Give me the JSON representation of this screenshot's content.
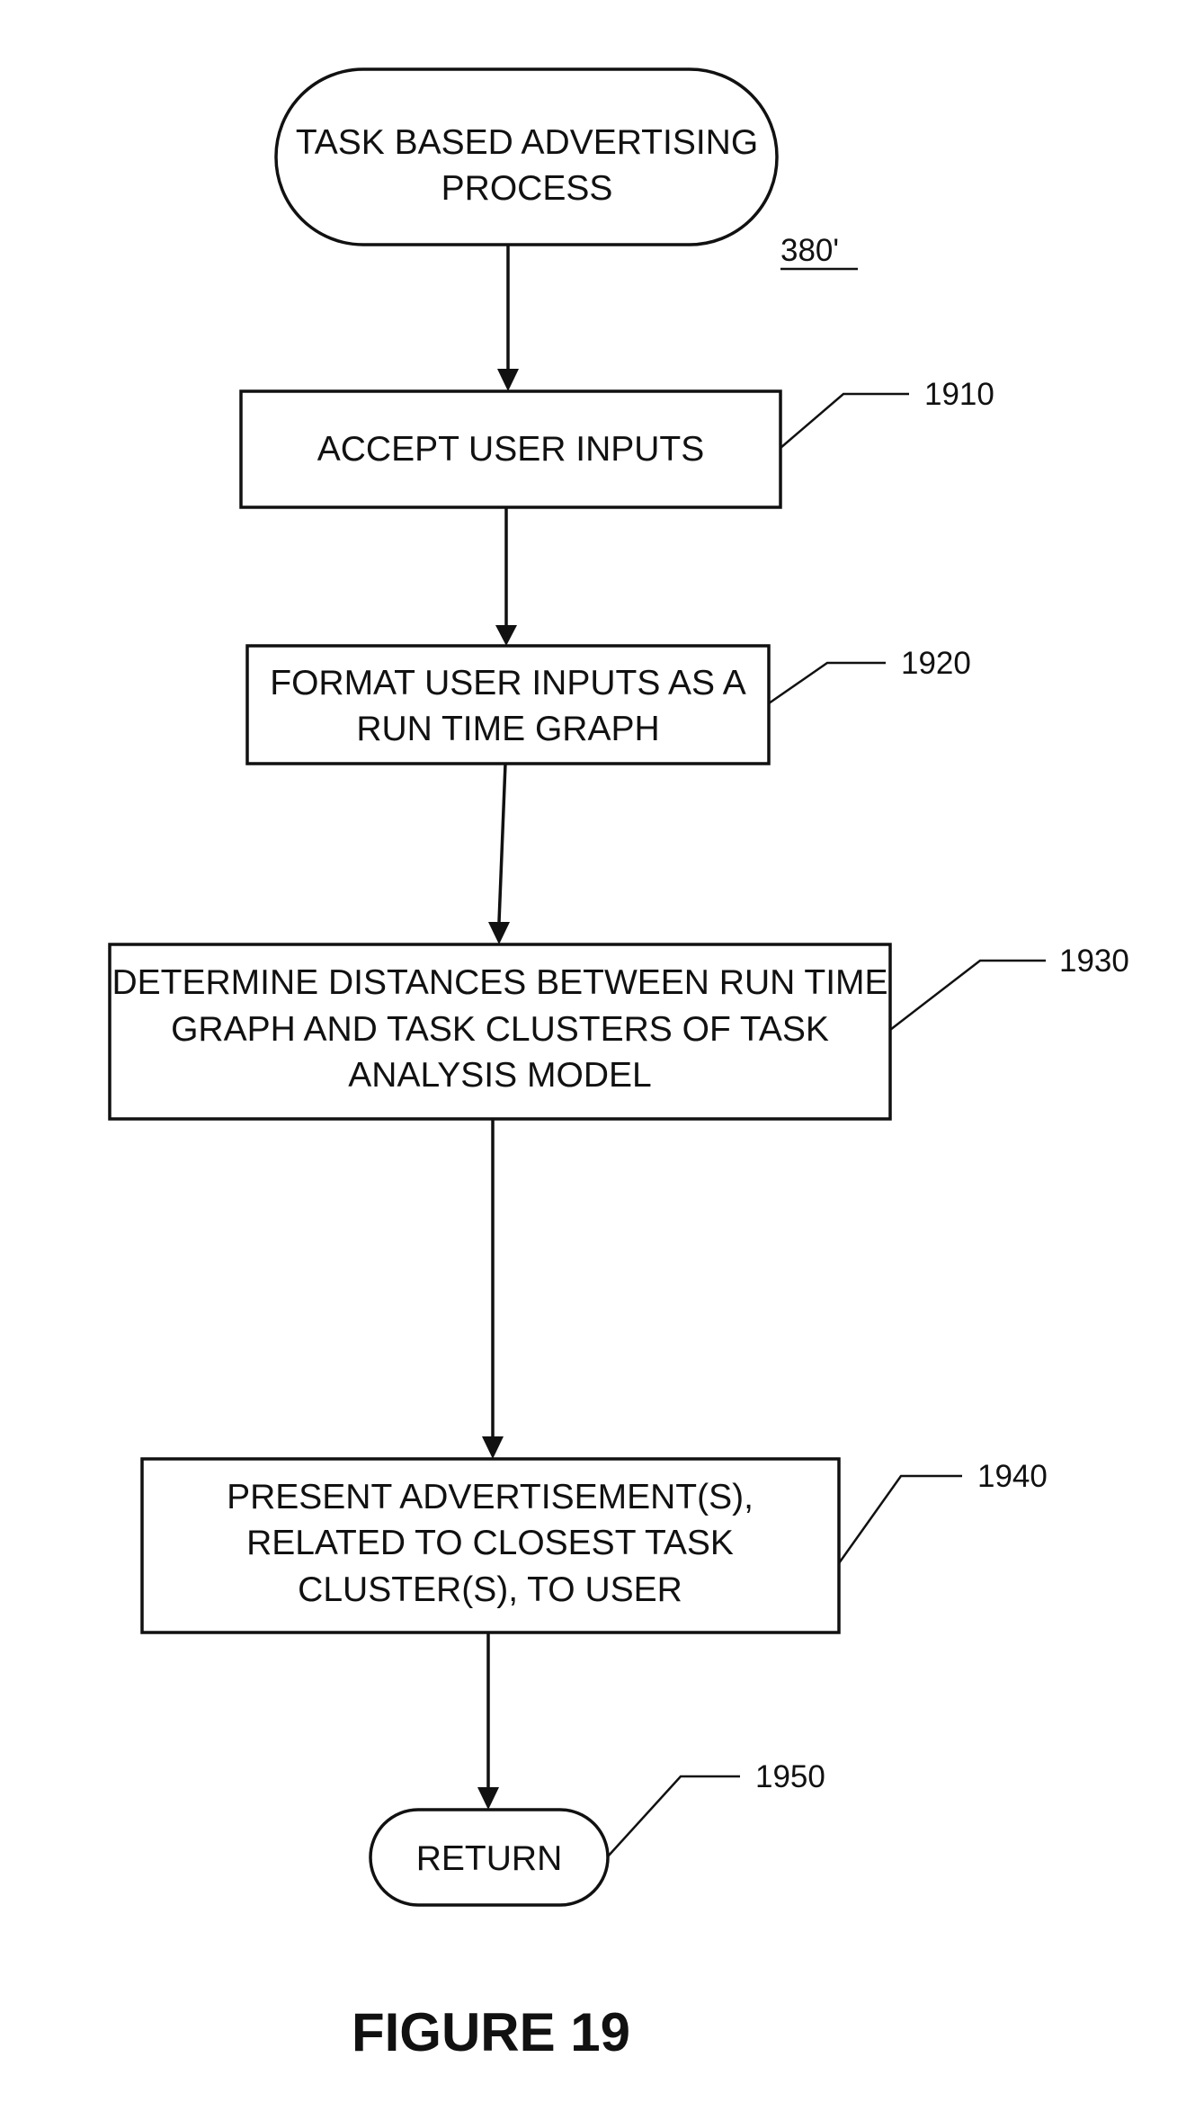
{
  "diagram": {
    "figure_ref": "380'",
    "figure_caption": "FIGURE 19",
    "nodes": {
      "start": {
        "lines": [
          "TASK BASED ADVERTISING",
          "PROCESS"
        ]
      },
      "n1910": {
        "lines": [
          "ACCEPT USER INPUTS"
        ],
        "ref": "1910"
      },
      "n1920": {
        "lines": [
          "FORMAT USER INPUTS AS A",
          "RUN TIME GRAPH"
        ],
        "ref": "1920"
      },
      "n1930": {
        "lines": [
          "DETERMINE DISTANCES BETWEEN RUN TIME",
          "GRAPH AND TASK CLUSTERS OF TASK",
          "ANALYSIS MODEL"
        ],
        "ref": "1930"
      },
      "n1940": {
        "lines": [
          "PRESENT ADVERTISEMENT(S),",
          "RELATED TO CLOSEST TASK",
          "CLUSTER(S), TO USER"
        ],
        "ref": "1940"
      },
      "n1950": {
        "lines": [
          "RETURN"
        ],
        "ref": "1950"
      }
    }
  }
}
